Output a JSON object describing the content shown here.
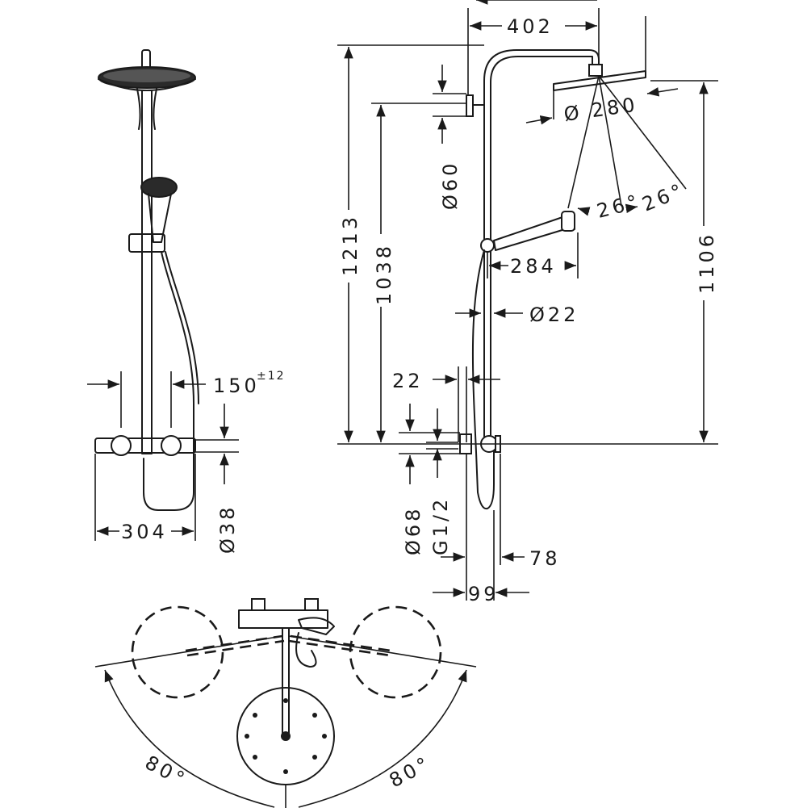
{
  "dimensions": {
    "d304": "304",
    "d150": "150",
    "tol150": "±12",
    "d38": "Ø38",
    "d402": "402",
    "d280": "Ø 280",
    "d60": "Ø60",
    "d1213": "1213",
    "d1038": "1038",
    "d1106": "1106",
    "d284": "284",
    "d22a": "Ø22",
    "d22b": "22",
    "d68": "Ø68",
    "dG12": "G1/2",
    "d78": "78",
    "d99": "99",
    "ang26a": "26°",
    "ang26b": "26°",
    "ang80a": "80°",
    "ang80b": "80°"
  }
}
